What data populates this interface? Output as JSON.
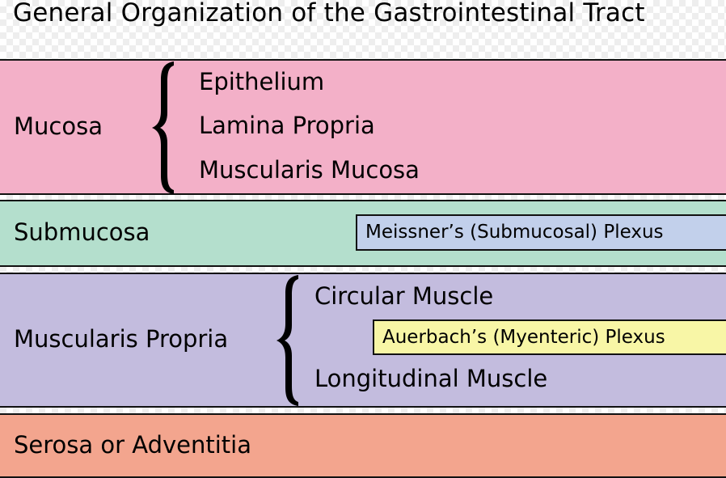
{
  "title": "General Organization of the Gastrointestinal Tract",
  "colors": {
    "mucosa": "#f3b0c8",
    "submucosa": "#b4dfcd",
    "muscularis": "#c3bcde",
    "serosa": "#f3a58e",
    "meissner_plexus": "#c2d0eb",
    "auerbach_plexus": "#f8f6a6"
  },
  "layers": {
    "mucosa": {
      "label": "Mucosa",
      "sublayers": [
        "Epithelium",
        "Lamina Propria",
        "Muscularis Mucosa"
      ]
    },
    "submucosa": {
      "label": "Submucosa",
      "plexus": "Meissner’s (Submucosal) Plexus"
    },
    "muscularis": {
      "label": "Muscularis Propria",
      "sublayers": [
        "Circular Muscle",
        "Longitudinal Muscle"
      ],
      "plexus": "Auerbach’s (Myenteric) Plexus"
    },
    "serosa": {
      "label": "Serosa or Adventitia"
    }
  }
}
